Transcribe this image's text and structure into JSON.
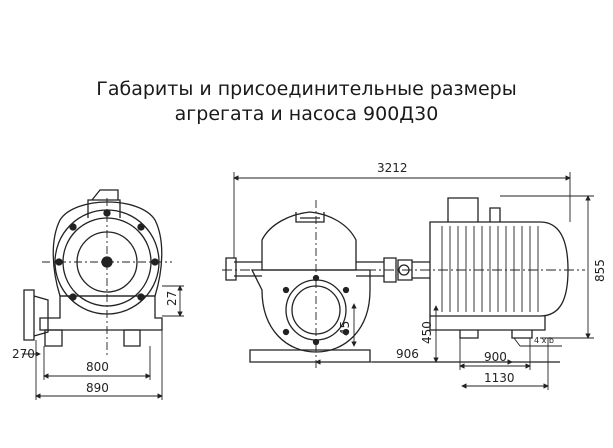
{
  "title": {
    "line1": "Габариты и присоединительные размеры",
    "line2": "агрегата и насоса 900Д30"
  },
  "dimensions": {
    "overall_length": "3212",
    "overall_height": "855",
    "base_height_left": "27",
    "width_800": "800",
    "width_890": "890",
    "offset_270": "270",
    "height_45": "45",
    "height_450": "450",
    "length_906": "906",
    "length_900": "900",
    "length_1130": "1130",
    "bolts": "4 x b"
  }
}
